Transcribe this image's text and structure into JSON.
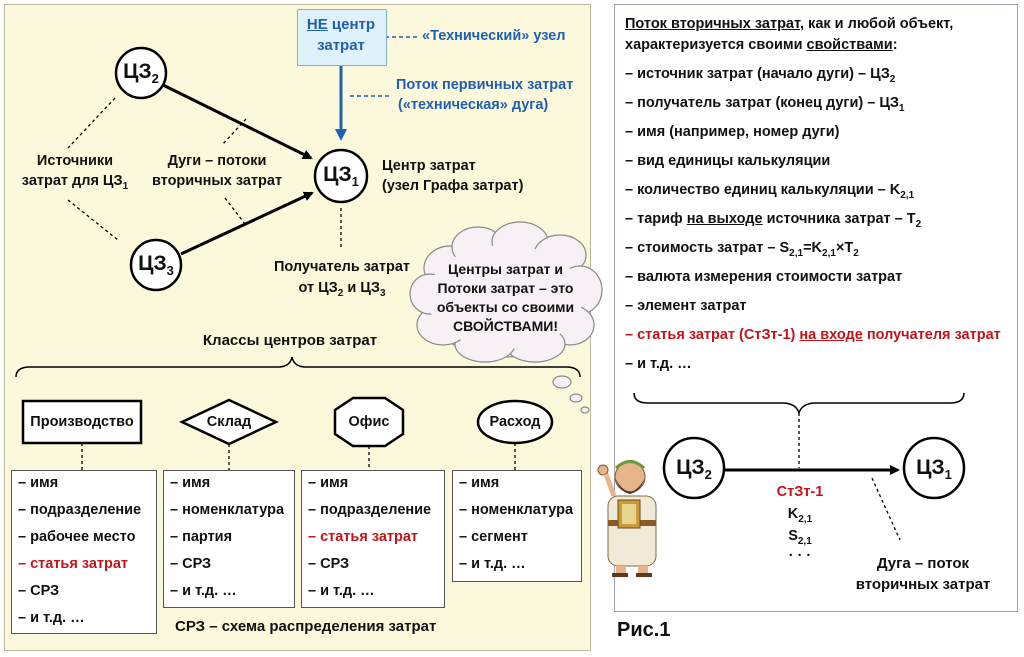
{
  "nodes": {
    "cz2_main": "ЦЗ",
    "cz2_sub": "2",
    "cz1_main": "ЦЗ",
    "cz1_sub": "1",
    "cz3_main": "ЦЗ",
    "cz3_sub": "3"
  },
  "not_center_box": {
    "line1_prefix": "НЕ",
    "line1_rest": " центр",
    "line2": "затрат"
  },
  "technical_node_label": "«Технический» узел",
  "primary_flow_label": {
    "line1": "Поток первичных затрат",
    "line2": "(«техническая» дуга)"
  },
  "sources_label": {
    "line1": "Источники",
    "line2_main": "затрат для ЦЗ",
    "line2_sub": "1"
  },
  "arcs_label": {
    "line1": "Дуги – потоки",
    "line2": "вторичных затрат"
  },
  "center_label": {
    "line1": "Центр затрат",
    "line2": "(узел Графа затрат)"
  },
  "receiver_label": {
    "line1": "Получатель затрат",
    "line2_a": "от ЦЗ",
    "line2_sub_a": "2",
    "line2_b": " и ЦЗ",
    "line2_sub_b": "3"
  },
  "cloud": {
    "line1": "Центры затрат и",
    "line2": "Потоки затрат – это",
    "line3": "объекты со своими",
    "line4": "СВОЙСТВАМИ!"
  },
  "classes_title": "Классы центров затрат",
  "classes": [
    {
      "shape": "rectangle",
      "name": "Производство",
      "props": [
        "– имя",
        "– подразделение",
        "– рабочее место",
        "– статья затрат",
        "– СРЗ",
        "– и т.д. …"
      ],
      "red_index": 3
    },
    {
      "shape": "diamond",
      "name": "Склад",
      "props": [
        "– имя",
        "– номенклатура",
        "– партия",
        "– СРЗ",
        "– и т.д. …"
      ],
      "red_index": -1
    },
    {
      "shape": "octagon",
      "name": "Офис",
      "props": [
        "– имя",
        "– подразделение",
        "– статья затрат",
        "– СРЗ",
        "– и т.д. …"
      ],
      "red_index": 2
    },
    {
      "shape": "ellipse",
      "name": "Расход",
      "props": [
        "– имя",
        "– номенклатура",
        "– сегмент",
        "– и т.д. …"
      ],
      "red_index": -1
    }
  ],
  "srz_note": "СРЗ – схема распределения затрат",
  "right_panel": {
    "intro_line1_a": "Поток вторичных затрат",
    "intro_line1_b": ", как и любой объект,",
    "intro_line2_a": "характеризуется своими ",
    "intro_line2_b": "свойствами",
    "intro_line2_c": ":",
    "item1_main": "– источник затрат (начало дуги) – ЦЗ",
    "item1_sub": "2",
    "item2_main": "– получатель затрат (конец дуги) – ЦЗ",
    "item2_sub": "1",
    "item3": "– имя (например, номер дуги)",
    "item4": "– вид единицы калькуляции",
    "item5_main": "– количество единиц калькуляции – K",
    "item5_sub": "2,1",
    "item6_a": "– тариф ",
    "item6_b": "на выходе",
    "item6_c": " источника затрат – T",
    "item6_sub": "2",
    "item7_a": "– стоимость затрат – S",
    "item7_sub1": "2,1",
    "item7_b": "=K",
    "item7_sub2": "2,1",
    "item7_c": "×T",
    "item7_sub3": "2",
    "item8": "– валюта измерения стоимости затрат",
    "item9": "– элемент затрат",
    "item10_a": "– статья затрат (СтЗт-1) ",
    "item10_b": "на входе",
    "item10_c": " получателя затрат",
    "item11": "– и т.д. …",
    "arc_cost_item": "СтЗт-1",
    "arc_k_main": "K",
    "arc_k_sub": "2,1",
    "arc_s_main": "S",
    "arc_s_sub": "2,1",
    "arc_dots": "· · ·",
    "arc_label_line1": "Дуга – поток",
    "arc_label_line2": "вторичных затрат"
  },
  "figure_caption": "Рис.1",
  "colors": {
    "accent_blue": "#1f5fb0",
    "highlight_red": "#c0141a",
    "left_panel_bg": "#fbf8dc",
    "cloud_bg": "#f7f0f4"
  }
}
